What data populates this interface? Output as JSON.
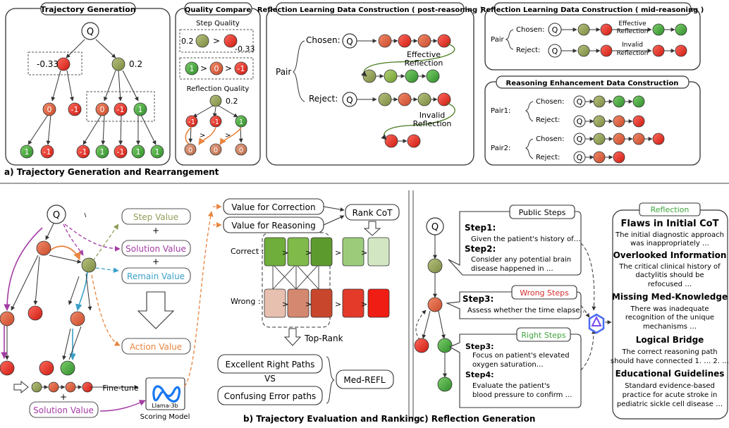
{
  "panel_a": {
    "caption": "a) Trajectory Generation and Rearrangement",
    "traj_gen": {
      "title": "Trajectory Generation",
      "root": "Q",
      "left_value": "-0.33",
      "right_value": "0.2",
      "mid_nodes": [
        "0",
        "-1",
        "0",
        "-1",
        "1"
      ],
      "leaf_nodes": [
        "1",
        "-1",
        "-1",
        "1",
        "-1",
        "1",
        "1"
      ]
    },
    "quality": {
      "title": "Quality Compare",
      "step_title": "Step Quality",
      "step_left": "0.2",
      "step_right": "-0.33",
      "gt": ">",
      "order_nodes": [
        "1",
        "0",
        "-1"
      ],
      "refl_title": "Reflection Quality",
      "refl_value": "0.2",
      "refl_mid": [
        "-1",
        "-1",
        "1"
      ],
      "refl_bottom": [
        "0",
        "0",
        "0"
      ]
    },
    "post": {
      "title": "Reflection Learning Data Construction ( post-reasoning )",
      "pair": "Pair",
      "chosen": "Chosen:",
      "reject": "Reject:",
      "q": "Q",
      "eff1": "Effective",
      "eff2": "Reflection",
      "inv1": "Invalid",
      "inv2": "Reflection"
    },
    "mid": {
      "title": "Reflection Learning Data Construction ( mid-reasoning )",
      "pair": "Pair",
      "chosen": "Chosen:",
      "reject": "Reject:",
      "q": "Q",
      "eff1": "Effective",
      "eff2": "Reflection",
      "inv1": "Invalid",
      "inv2": "Reflection"
    },
    "enh": {
      "title": "Reasoning Enhancement Data Construction",
      "pair1": "Pair1:",
      "pair2": "Pair2:",
      "chosen": "Chosen:",
      "reject": "Reject:",
      "q": "Q"
    }
  },
  "panel_b": {
    "caption": "b) Trajectory Evaluation and Ranking",
    "root": "Q",
    "step_value": "Step Value",
    "plus": "+",
    "solution_value": "Solution Value",
    "remain_value": "Remain Value",
    "action_value": "Action Value",
    "solution_value_bottom": "Solution Value",
    "finetune": "Fine-tune",
    "model_name": "Llama-3b",
    "scoring_model": "Scoring Model",
    "value_correction": "Value  for Correction",
    "value_reasoning": "Value  for Reasoning",
    "rank_cot": "Rank CoT",
    "correct": "Correct :",
    "wrong": "Wrong :",
    "gt": ">",
    "top_rank": "Top-Rank",
    "excellent": "Excellent Right Paths",
    "vs": "VS",
    "confusing": "Confusing Error paths",
    "med_refl": "Med-REFL"
  },
  "panel_c": {
    "caption": "c) Reflection Generation",
    "root": "Q",
    "public_title": "Public Steps",
    "step1_label": "Step1:",
    "step1_text": "Given the patient's history of…",
    "step2_label": "Step2:",
    "step2_text_1": "Consider any potential brain",
    "step2_text_2": "disease happened in …",
    "wrong_title": "Wrong Steps",
    "step3w_label": "Step3:",
    "step3w_text": "Assess whether the time elapse…",
    "right_title": "Right Steps",
    "step3r_label": "Step3:",
    "step3r_text_1": "Focus on patient's elevated",
    "step3r_text_2": "oxygen saturation…",
    "step4_label": "Step4:",
    "step4_text_1": "Evaluate the patient's",
    "step4_text_2": "blood pressure to confirm …",
    "reflection_title": "Reflection",
    "flaws_title": "Flaws in Initial CoT",
    "flaws_1": "The initial diagnostic approach",
    "flaws_2": "was inappropriately …",
    "overlooked_title": "Overlooked Information",
    "overlooked_1": "The critical clinical history of",
    "overlooked_2": "dactylitis should be",
    "overlooked_3": "refocused …",
    "missing_title": "Missing Med-Knowledge",
    "missing_1": "There was inadequate",
    "missing_2": "recognition of the unique",
    "missing_3": "mechanisms …",
    "bridge_title": "Logical Bridge",
    "bridge_1": "The correct reasoning path",
    "bridge_2": "should have connected 1. … 2. …",
    "edu_title": "Educational Guidelines",
    "edu_1": "Standard evidence-based",
    "edu_2": "practice for acute stroke in",
    "edu_3": "pediatric sickle cell disease …"
  },
  "colors": {
    "green": "#8bb24c",
    "olive": "#8f9e5a",
    "red": "#ea2a1f",
    "orange_red": "#db5a37",
    "brown": "#c8805a",
    "leaf_green": "#3fa63c",
    "purple": "#a43ca4",
    "blue": "#3aa0c8",
    "orange": "#e88540"
  }
}
